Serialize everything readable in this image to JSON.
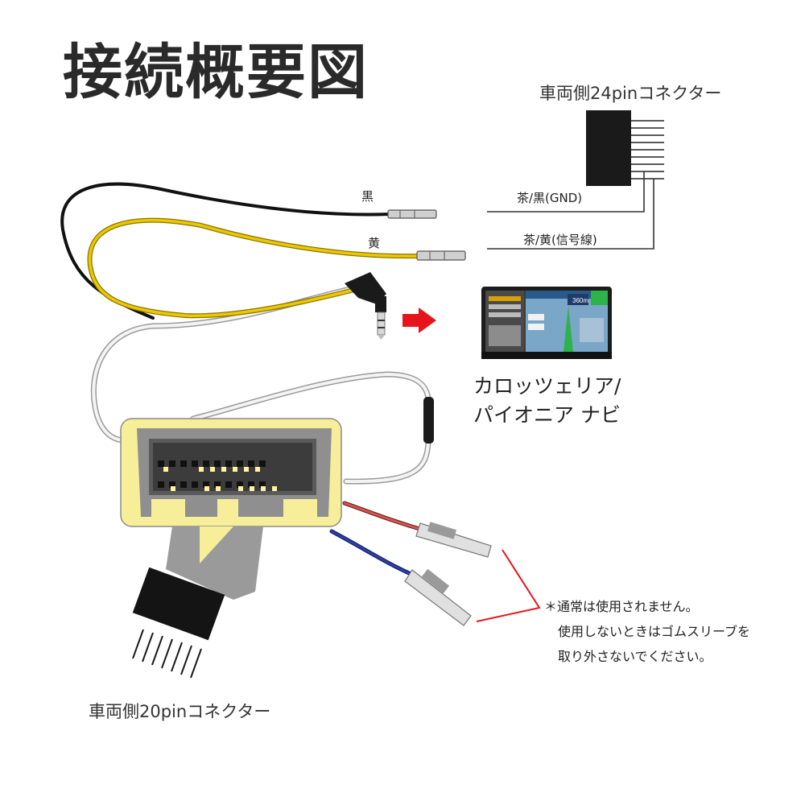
{
  "title": "接続概要図",
  "connector_24pin_label": "車両側24pinコネクター",
  "connector_20pin_label": "車両側20pinコネクター",
  "wires": {
    "black": "黒",
    "yellow": "黄",
    "brown_black": "茶/黒(GND)",
    "brown_yellow": "茶/黄(信号線)"
  },
  "navi_label_line1": "カロッツェリア/",
  "navi_label_line2": "パイオニア ナビ",
  "note": {
    "line1": "＊通常は使用されません。",
    "line2": "使用しないときはゴムスリーブを",
    "line3": "取り外さないでください。"
  },
  "navi_screen": {
    "distance": "360",
    "unit": "m"
  },
  "colors": {
    "arrow": "#e8141b",
    "connector_bg": "#f7ee9a",
    "connector_gray": "#8f8f8f",
    "wire_black": "#111111",
    "wire_yellow": "#e6c200",
    "wire_red": "#d9534f",
    "wire_blue": "#2c3ea8"
  }
}
